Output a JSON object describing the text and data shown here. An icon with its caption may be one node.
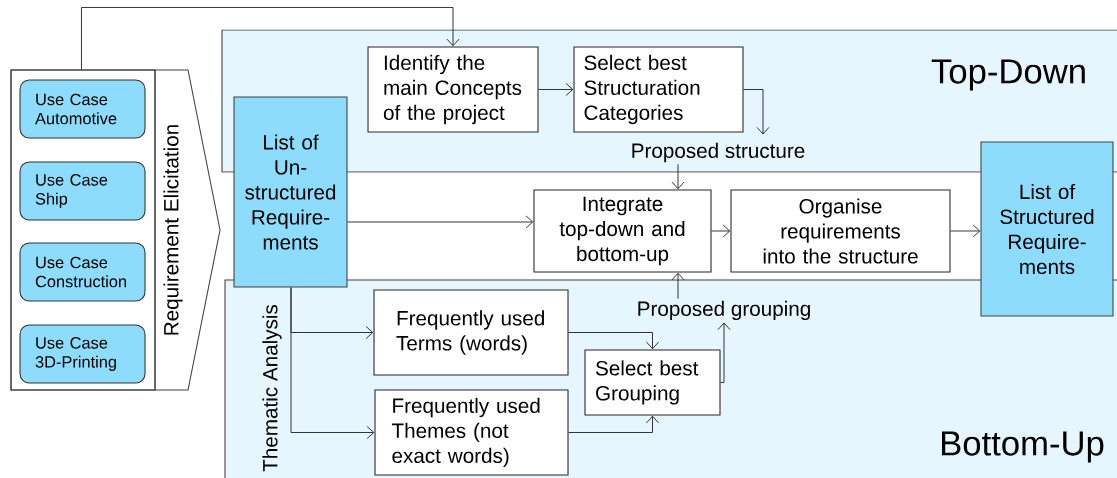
{
  "diagram": {
    "nodes": [
      {
        "text": [
          "Requirement Elicitation"
        ]
      },
      {
        "text": [
          "Use Case Automotive"
        ],
        "in": 0
      },
      {
        "text": [
          "Use Case Ship"
        ],
        "in": 0
      },
      {
        "text": [
          "Use Case Construction"
        ],
        "in": 0
      },
      {
        "text": [
          "Use Case 3D-Printing"
        ],
        "in": 0
      },
      {
        "text": [
          "Top-Down"
        ]
      },
      {
        "text": [
          "Identify the main Concepts of the project"
        ],
        "in": 5
      },
      {
        "text": [
          "Select best Structuration Categories"
        ],
        "in": 5
      },
      {
        "text": [
          "Proposed structure"
        ],
        "in": 5
      },
      {
        "text": [
          "List of Un-structured Require-ments"
        ]
      },
      {
        "text": [
          "Integrate top-down and bottom-up"
        ]
      },
      {
        "text": [
          "Organise requirements into the structure"
        ]
      },
      {
        "text": [
          "List of Structured Require-ments"
        ]
      },
      {
        "text": [
          "Bottom-Up"
        ]
      },
      {
        "text": [
          "Frequently used Terms (words)"
        ],
        "in": 13
      },
      {
        "text": [
          "Frequently used Themes (not exact words)"
        ],
        "in": 13
      },
      {
        "text": [
          "Select best Grouping"
        ],
        "in": 13
      },
      {
        "text": [
          "Proposed grouping"
        ],
        "in": 13
      }
    ],
    "edges": [
      {
        "from": 0,
        "to": 6,
        "arrow": "to"
      },
      {
        "from": 9,
        "to": 10,
        "arrow": "to"
      },
      {
        "from": 6,
        "to": 7,
        "arrow": "to"
      },
      {
        "from": 7,
        "to": 8,
        "arrow": "to"
      },
      {
        "from": 8,
        "to": 10,
        "arrow": "to"
      },
      {
        "from": 10,
        "to": 11,
        "arrow": "to"
      },
      {
        "from": 11,
        "to": 12,
        "arrow": "to"
      },
      {
        "from": 9,
        "to": 14,
        "arrow": "to"
      },
      {
        "from": 9,
        "to": 15,
        "arrow": "to"
      },
      {
        "from": 14,
        "to": 16,
        "arrow": "to"
      },
      {
        "from": 15,
        "to": 16,
        "arrow": "to"
      },
      {
        "from": 16,
        "to": 17,
        "arrow": "to"
      },
      {
        "from": 17,
        "to": 10,
        "arrow": "to"
      }
    ],
    "labels": [
      "Thematic Analysis"
    ]
  }
}
